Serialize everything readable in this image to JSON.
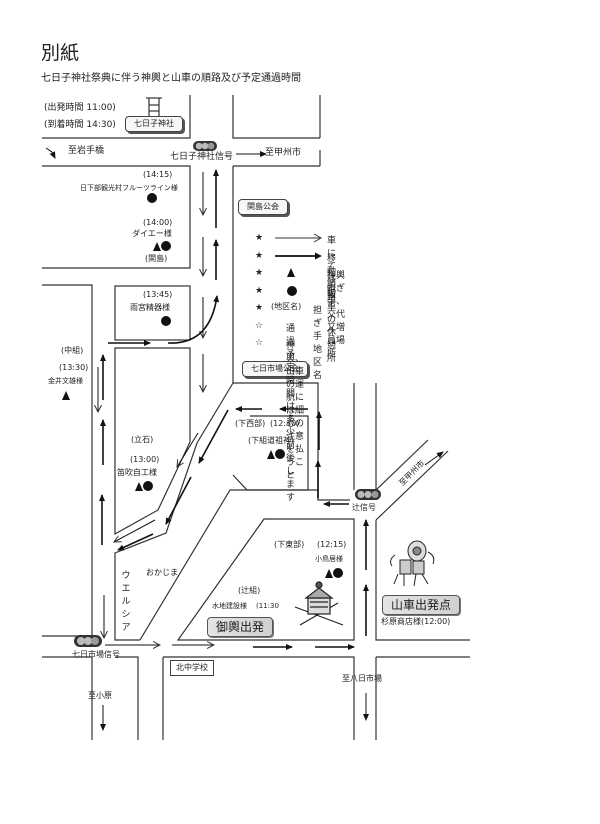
{
  "header": {
    "title": "別紙",
    "subtitle": "七日子神社祭典に伴う神輿と山車の順路及び予定通過時間"
  },
  "shrine": {
    "name": "七日子神社",
    "departure": "(出発時間 11:00)",
    "arrival": "(到着時間 14:30)"
  },
  "directions": {
    "iwate_bashi": "至岩手橋",
    "koshu_top": "至甲州市",
    "koshu_diag": "至甲州市",
    "obara": "至小原",
    "yokaichiba": "至八日市場"
  },
  "signals": {
    "nanokago": "七日子神社信号",
    "tsuji": "辻信号",
    "nanokaichiba": "七日市場信号"
  },
  "halls": {
    "sekijima": "関島公会",
    "nanokaichiba": "七日市場公会"
  },
  "stops": [
    {
      "id": "kusakabe",
      "time": "(14:15)",
      "name": "日下部観光村フルーツライン様",
      "triangle": false,
      "circle": true
    },
    {
      "id": "daiei",
      "time": "(14:00)",
      "name": "ダイエー様",
      "district": "(関島)",
      "triangle": true,
      "circle": true
    },
    {
      "id": "amemiya",
      "time": "(13:45)",
      "name": "雨宮精器様",
      "triangle": false,
      "circle": true
    },
    {
      "id": "kanai",
      "district": "(中組)",
      "time": "(13:30)",
      "name": "金井文雄様",
      "triangle": true,
      "circle": false
    },
    {
      "id": "fuefuki",
      "district": "(立石)",
      "time": "(13:00)",
      "name": "笛吹自工様",
      "triangle": true,
      "circle": true
    },
    {
      "id": "shimonishi",
      "district": "(下西部)",
      "time": "(12:30)",
      "name": "(下組道祖神)",
      "triangle": true,
      "circle": true
    },
    {
      "id": "kotori",
      "district": "(下東部)",
      "time": "(12:15)",
      "name": "小鳥居様",
      "triangle": true,
      "circle": true
    },
    {
      "id": "mizuchi",
      "district": "(辻組)",
      "name": "水地建設様",
      "time": "(11:30",
      "triangle": false,
      "circle": false
    },
    {
      "id": "sugihara",
      "name": "杉原商店様",
      "time": "(12:00)",
      "triangle": false,
      "circle": false
    }
  ],
  "landmarks": {
    "welcia": "ウエルシア",
    "okajima": "おかじま",
    "kitachu": "北中学校"
  },
  "start_points": {
    "mikoshi": "御輿出発",
    "dashi": "山車出発点"
  },
  "legend": {
    "items": [
      {
        "star": "★",
        "symbol": "thin-arrow",
        "label": "車にて移動"
      },
      {
        "star": "★",
        "symbol": "bold-arrow",
        "label": "移動順路"
      },
      {
        "star": "★",
        "symbol": "triangle",
        "label": "神輿担ぎ手、交代又増員場所"
      },
      {
        "star": "★",
        "symbol": "circle",
        "label": "山車の休憩所"
      },
      {
        "star": "★",
        "symbol": "district",
        "symbol_text": "(地区名)",
        "label": "担ぎ手地区名"
      }
    ],
    "notes": [
      {
        "star": "☆",
        "label": "通過予定時間は多少前後します"
      },
      {
        "star": "☆",
        "label": "神輿、山車の運航には細心の注意を払うこと"
      }
    ]
  },
  "colors": {
    "ink": "#222222",
    "road": "#333333",
    "box_fill": "#f7f7f7",
    "start_fill": "#d8d8d8"
  }
}
